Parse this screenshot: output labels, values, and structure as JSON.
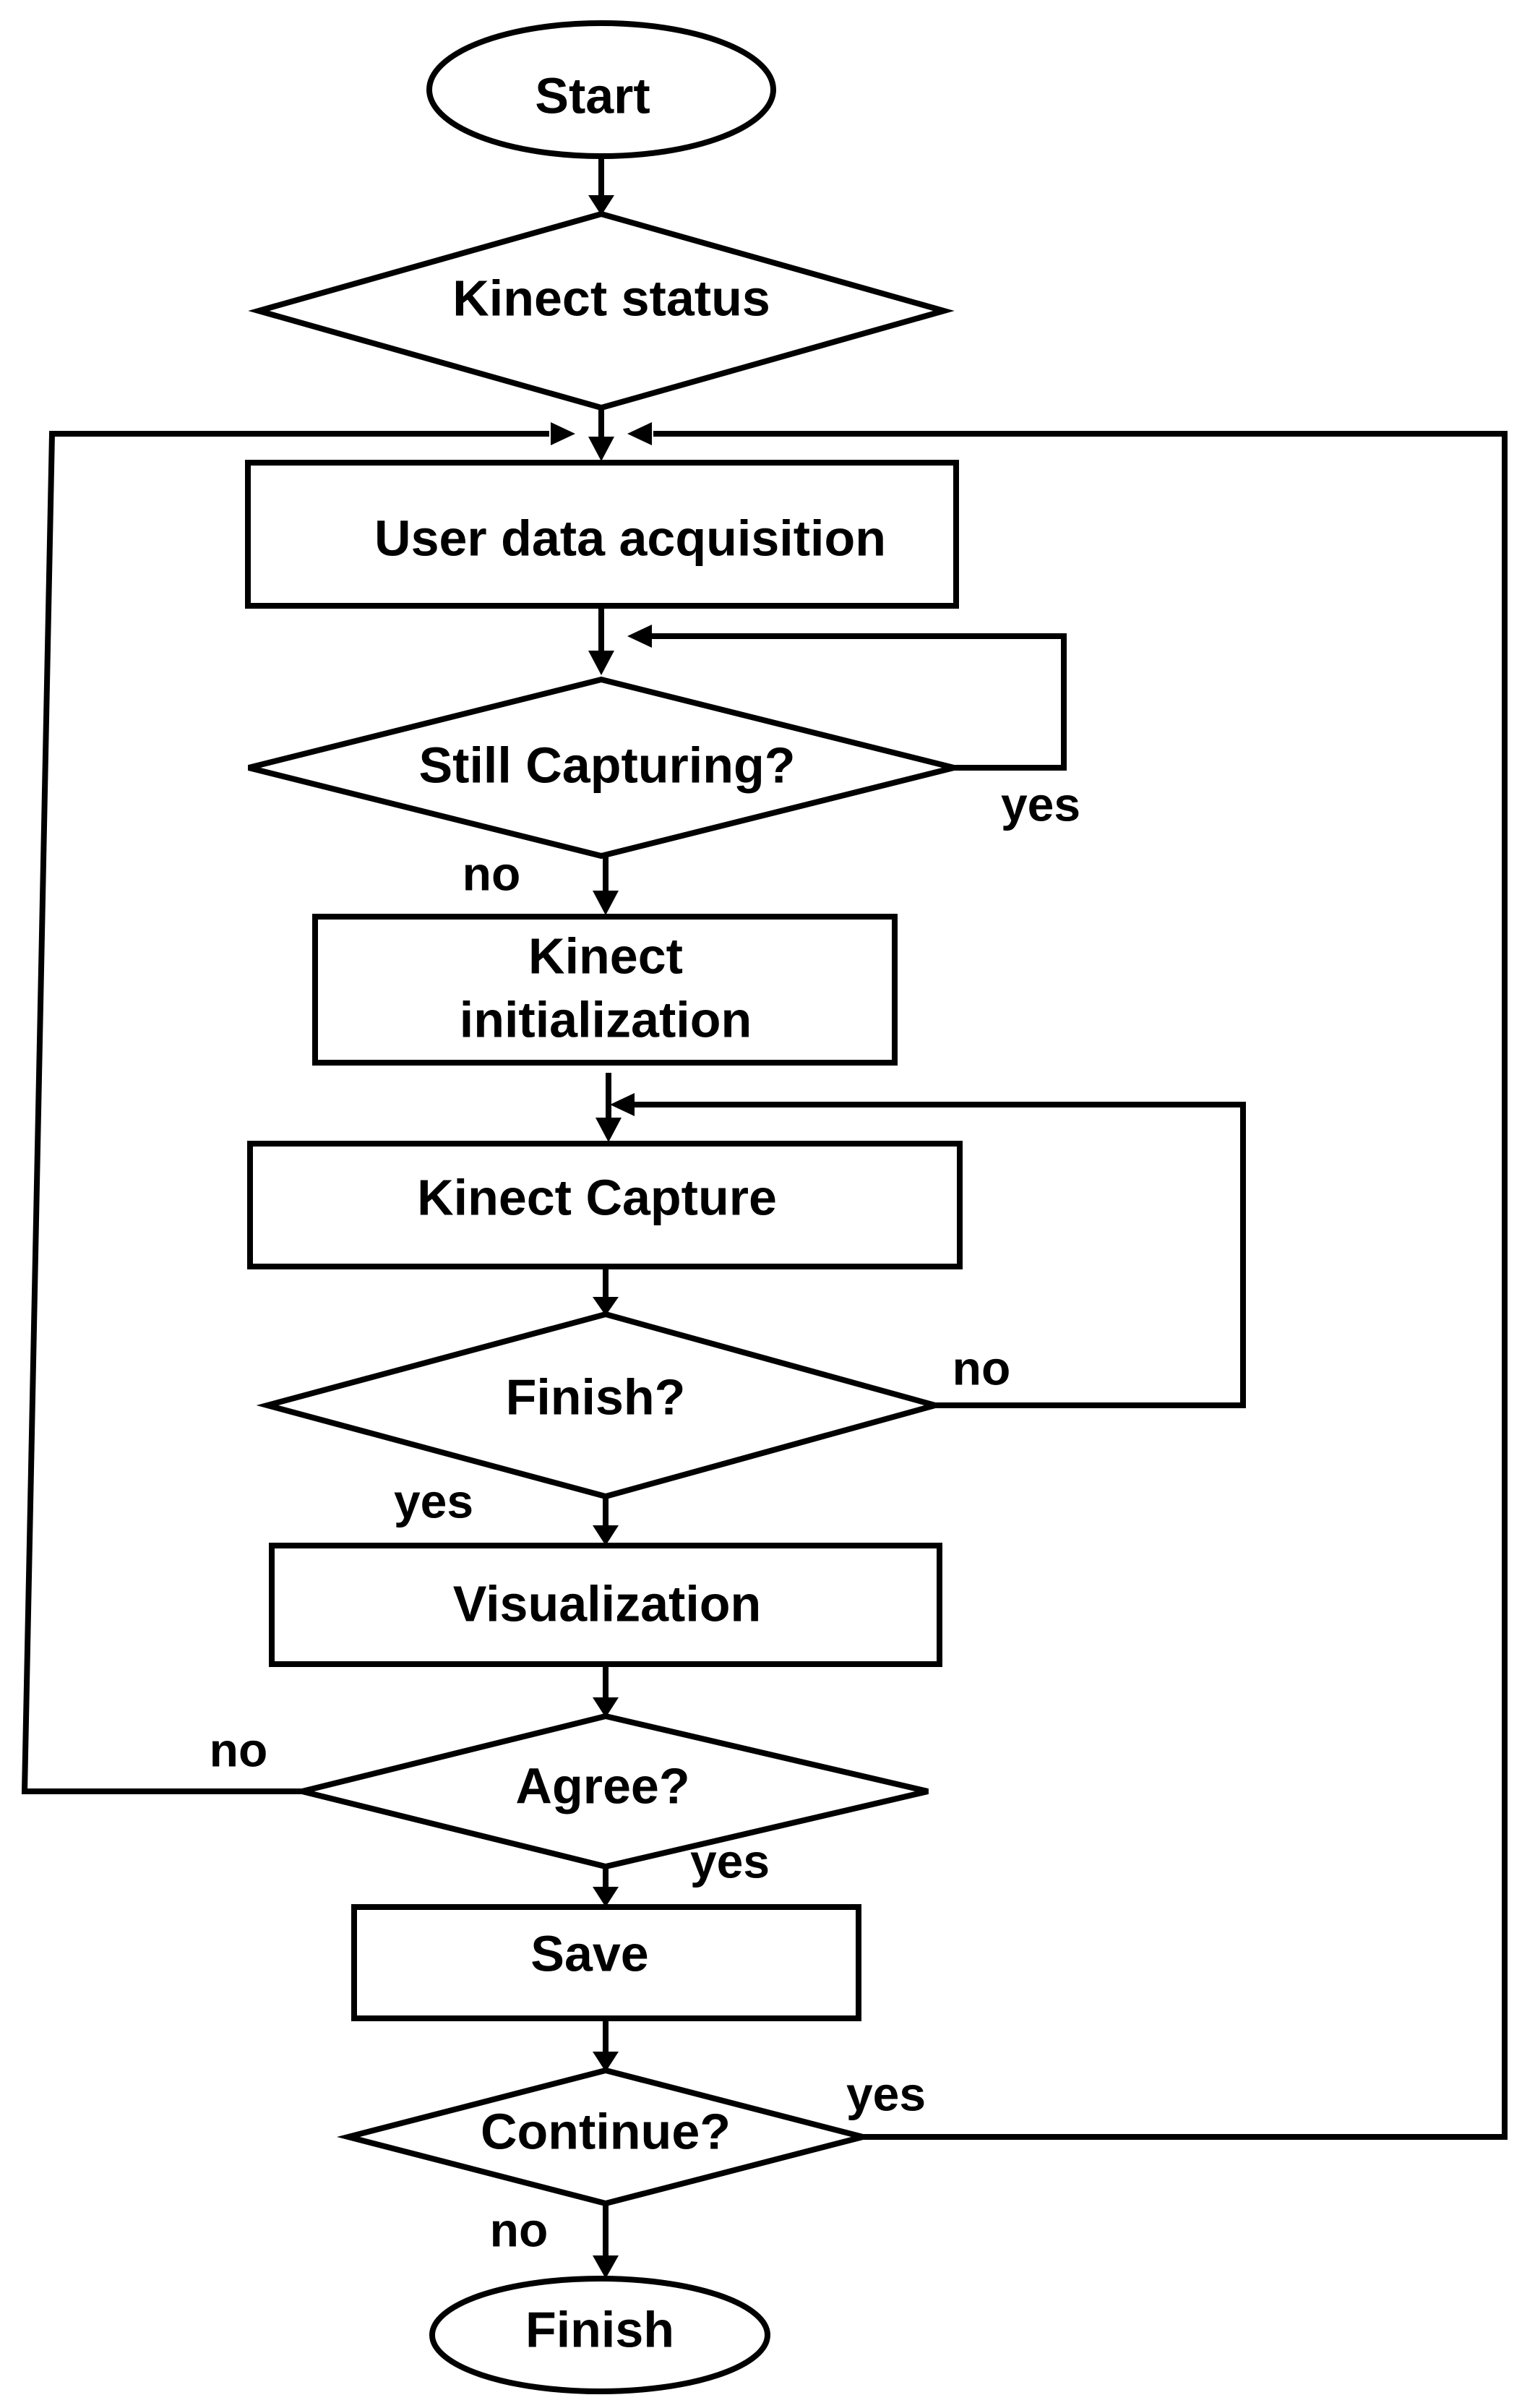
{
  "diagram": {
    "nodes": {
      "start": "Start",
      "kinect_status": "Kinect status",
      "user_data_acquisition": "User data acquisition",
      "still_capturing": "Still Capturing?",
      "kinect_initialization_line1": "Kinect",
      "kinect_initialization_line2": "initialization",
      "kinect_capture": "Kinect Capture",
      "finish_question": "Finish?",
      "visualization": "Visualization",
      "agree": "Agree?",
      "save": "Save",
      "continue": "Continue?",
      "finish": "Finish"
    },
    "branches": {
      "still_capturing_yes": "yes",
      "still_capturing_no": "no",
      "finish_no": "no",
      "finish_yes": "yes",
      "agree_no": "no",
      "agree_yes": "yes",
      "continue_yes": "yes",
      "continue_no": "no"
    },
    "colors": {
      "stroke": "#000000",
      "background": "#ffffff"
    }
  }
}
